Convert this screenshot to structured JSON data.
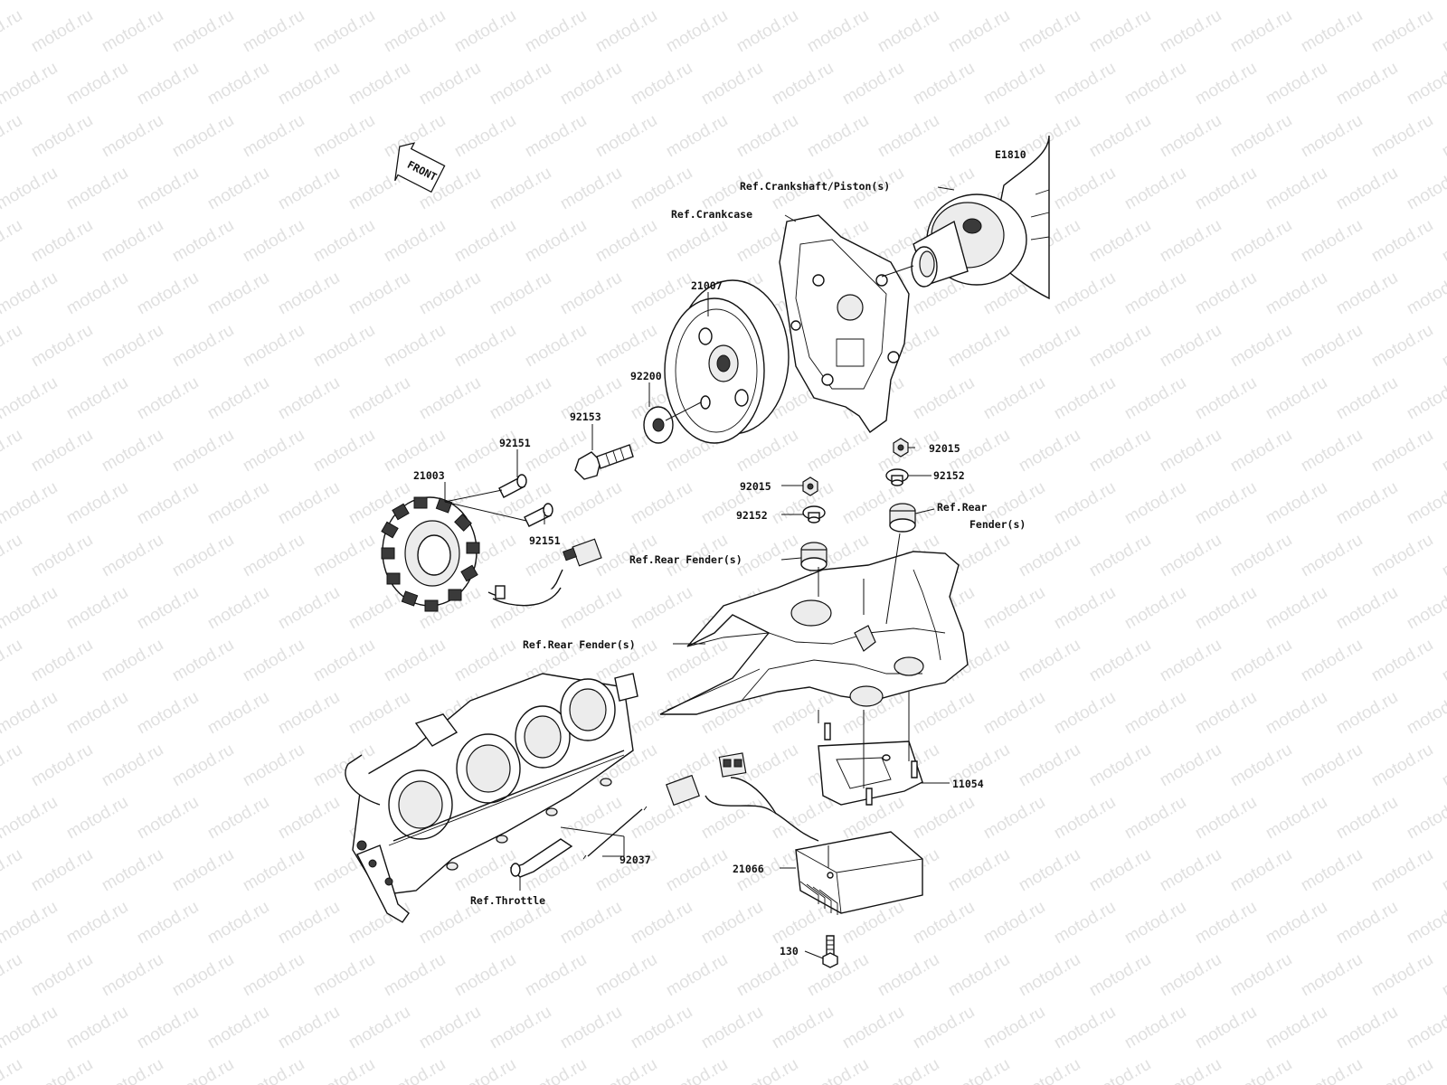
{
  "diagram": {
    "code": "E1810",
    "direction_tag": "FRONT",
    "watermark_text": "motod.ru",
    "callouts": [
      {
        "id": "crankshaft",
        "text": "Ref.Crankshaft/Piston(s)"
      },
      {
        "id": "crankcase",
        "text": "Ref.Crankcase"
      },
      {
        "id": "p21007",
        "text": "21007"
      },
      {
        "id": "p92200",
        "text": "92200"
      },
      {
        "id": "p92153",
        "text": "92153"
      },
      {
        "id": "p92151a",
        "text": "92151"
      },
      {
        "id": "p21003",
        "text": "21003"
      },
      {
        "id": "p92151b",
        "text": "92151"
      },
      {
        "id": "p92015a",
        "text": "92015"
      },
      {
        "id": "p92152a",
        "text": "92152"
      },
      {
        "id": "p92015b",
        "text": "92015"
      },
      {
        "id": "p92152b",
        "text": "92152"
      },
      {
        "id": "rear_fender_r1",
        "text": "Ref.Rear"
      },
      {
        "id": "rear_fender_r2",
        "text": "Fender(s)"
      },
      {
        "id": "rear_fender_mid",
        "text": "Ref.Rear Fender(s)"
      },
      {
        "id": "rear_fender_low",
        "text": "Ref.Rear Fender(s)"
      },
      {
        "id": "p11054",
        "text": "11054"
      },
      {
        "id": "p92037",
        "text": "92037"
      },
      {
        "id": "throttle",
        "text": "Ref.Throttle"
      },
      {
        "id": "p21066",
        "text": "21066"
      },
      {
        "id": "p130",
        "text": "130"
      }
    ]
  }
}
